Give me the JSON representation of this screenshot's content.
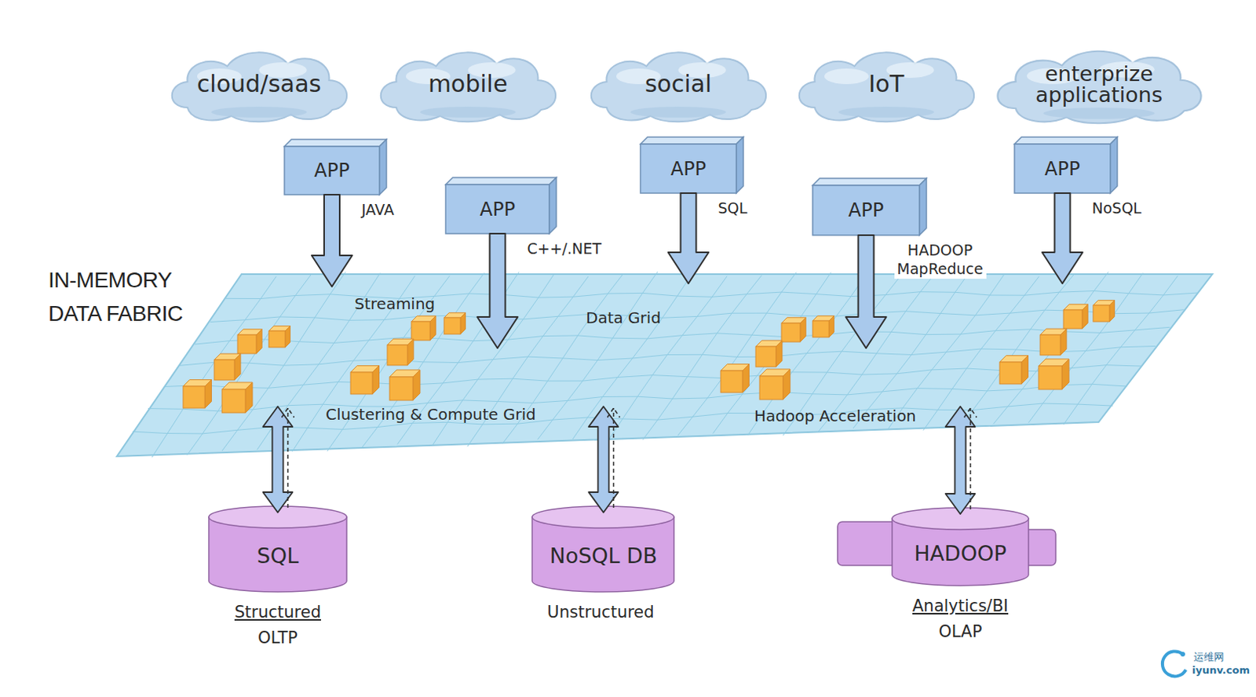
{
  "diagram": {
    "nodes": [
      {
        "text": [
          "cloud/saas"
        ]
      },
      {
        "text": [
          "mobile"
        ]
      },
      {
        "text": [
          "social"
        ]
      },
      {
        "text": [
          "IoT"
        ]
      },
      {
        "text": [
          "enterprize applications"
        ]
      },
      {
        "text": [
          "APP"
        ]
      },
      {
        "text": [
          "APP"
        ]
      },
      {
        "text": [
          "APP"
        ]
      },
      {
        "text": [
          "APP"
        ]
      },
      {
        "text": [
          "APP"
        ]
      },
      {
        "text": [
          "IN-MEMORY DATA FABRIC",
          "Streaming",
          "Data Grid",
          "Clustering & Compute Grid",
          "Hadoop Acceleration"
        ]
      },
      {
        "text": [
          "SQL",
          "Structured",
          "OLTP"
        ]
      },
      {
        "text": [
          "NoSQL DB",
          "Unstructured"
        ]
      },
      {
        "text": [
          "HADOOP",
          "Analytics/BI",
          "OLAP"
        ]
      }
    ],
    "edges": [
      {
        "from": 5,
        "to": 10,
        "arrow": "to",
        "label": "JAVA"
      },
      {
        "from": 6,
        "to": 10,
        "arrow": "to",
        "label": "C++/.NET"
      },
      {
        "from": 7,
        "to": 10,
        "arrow": "to",
        "label": "SQL"
      },
      {
        "from": 8,
        "to": 10,
        "arrow": "to",
        "label": "HADOOP MapReduce"
      },
      {
        "from": 9,
        "to": 10,
        "arrow": "to",
        "label": "NoSQL"
      },
      {
        "from": 10,
        "to": 11,
        "arrow": "both"
      },
      {
        "from": 10,
        "to": 12,
        "arrow": "both"
      },
      {
        "from": 10,
        "to": 13,
        "arrow": "both"
      }
    ],
    "labels": [
      "运维网",
      "iyunv.com"
    ]
  }
}
